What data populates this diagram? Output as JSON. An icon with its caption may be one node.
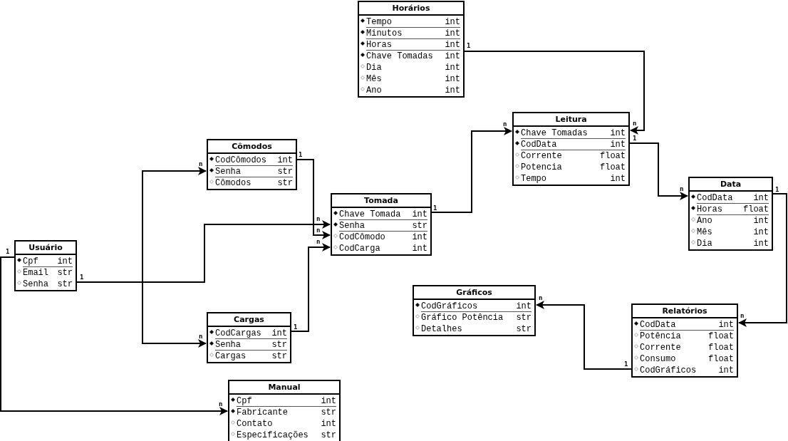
{
  "diagram": {
    "nodes": [
      {
        "text": [
          "Horários",
          "Tempo",
          "int",
          "Minutos",
          "int",
          "Horas",
          "int",
          "Chave Tomadas",
          "int",
          "Dia",
          "int",
          "Mês",
          "int",
          "Ano",
          "int"
        ]
      },
      {
        "text": [
          "Leitura",
          "Chave Tomadas",
          "int",
          "CodData",
          "int",
          "Corrente",
          "float",
          "Potencia",
          "float",
          "Tempo",
          "int"
        ]
      },
      {
        "text": [
          "Cômodos",
          "CodCômodos",
          "int",
          "Senha",
          "str",
          "Cômodos",
          "str"
        ]
      },
      {
        "text": [
          "Tomada",
          "Chave Tomada",
          "int",
          "Senha",
          "str",
          "CodCômodo",
          "int",
          "CodCarga",
          "int"
        ]
      },
      {
        "text": [
          "Data",
          "CodData",
          "int",
          "Horas",
          "float",
          "Ano",
          "int",
          "Mês",
          "int",
          "Dia",
          "int"
        ]
      },
      {
        "text": [
          "Usuário",
          "Cpf",
          "int",
          "Email",
          "str",
          "Senha",
          "str"
        ]
      },
      {
        "text": [
          "Gráficos",
          "CodGráficos",
          "int",
          "Gráfico Potência",
          "str",
          "Detalhes",
          "str"
        ]
      },
      {
        "text": [
          "Relatórios",
          "CodData",
          "int",
          "Potência",
          "float",
          "Corrente",
          "float",
          "Consumo",
          "float",
          "CodGráficos",
          "int"
        ]
      },
      {
        "text": [
          "Cargas",
          "CodCargas",
          "int",
          "Senha",
          "str",
          "Cargas",
          "str"
        ]
      },
      {
        "text": [
          "Manual",
          "Cpf",
          "int",
          "Fabricante",
          "str",
          "Contato",
          "int",
          "Especificações",
          "str"
        ]
      }
    ],
    "edges": [
      {
        "from": 0,
        "to": 1,
        "arrow": "to"
      },
      {
        "from": 3,
        "to": 1,
        "arrow": "to"
      },
      {
        "from": 1,
        "to": 4,
        "arrow": "to"
      },
      {
        "from": 4,
        "to": 7,
        "arrow": "to"
      },
      {
        "from": 7,
        "to": 6,
        "arrow": "to"
      },
      {
        "from": 2,
        "to": 3,
        "arrow": "to"
      },
      {
        "from": 5,
        "to": 3,
        "arrow": "to"
      },
      {
        "from": 5,
        "to": 2,
        "arrow": "to"
      },
      {
        "from": 5,
        "to": 8,
        "arrow": "to"
      },
      {
        "from": 8,
        "to": 3,
        "arrow": "to"
      },
      {
        "from": 5,
        "to": 9,
        "arrow": "to"
      }
    ],
    "labels": [
      "1",
      "n",
      "n",
      "1",
      "1",
      "n",
      "1",
      "n",
      "1",
      "n",
      "n",
      "n",
      "1",
      "1",
      "n",
      "n",
      "1",
      "n",
      "1",
      "n"
    ]
  }
}
